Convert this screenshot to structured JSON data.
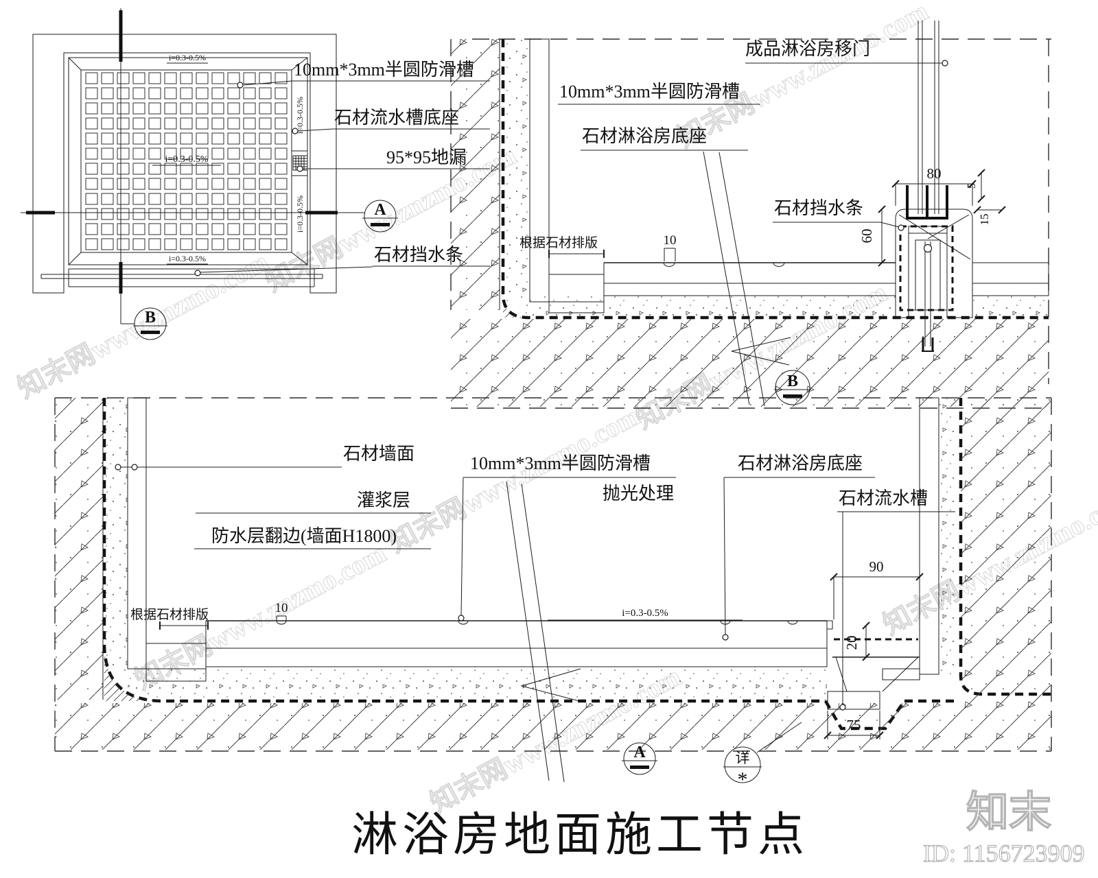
{
  "title": "淋浴房地面施工节点",
  "plan": {
    "slope": "i=0.3-0.5%",
    "labels": {
      "groove": "10mm*3mm半圆防滑槽",
      "channel_base": "石材流水槽底座",
      "floor_drain": "95*95地漏",
      "water_bar": "石材挡水条"
    },
    "markers": {
      "a": "A",
      "b": "B"
    }
  },
  "section_b": {
    "labels": {
      "door": "成品淋浴房移门",
      "groove": "10mm*3mm半圆防滑槽",
      "shower_base": "石材淋浴房底座",
      "water_bar": "石材挡水条",
      "stone_layout": "根据石材排版"
    },
    "dims": {
      "door_track_width": "80",
      "gap": "5",
      "edge": "15",
      "curb_height": "60",
      "groove_width": "10"
    },
    "marker": "B"
  },
  "section_a": {
    "labels": {
      "stone_wall": "石材墙面",
      "grout": "灌浆层",
      "waterproof_flange": "防水层翻边(墙面H1800)",
      "groove": "10mm*3mm半圆防滑槽",
      "polish": "抛光处理",
      "shower_base": "石材淋浴房底座",
      "water_channel": "石材流水槽",
      "stone_layout": "根据石材排版",
      "slope": "i=0.3-0.5%"
    },
    "dims": {
      "groove_width": "10",
      "channel_width": "90",
      "channel_depth": "20",
      "drain_width": "75"
    },
    "marker": "A",
    "detail_ref": {
      "top": "详",
      "bottom": "*"
    }
  },
  "watermark": {
    "brand": "知末",
    "id": "ID: 1156723909",
    "diagonal": "知末网www.znzmo.com"
  }
}
